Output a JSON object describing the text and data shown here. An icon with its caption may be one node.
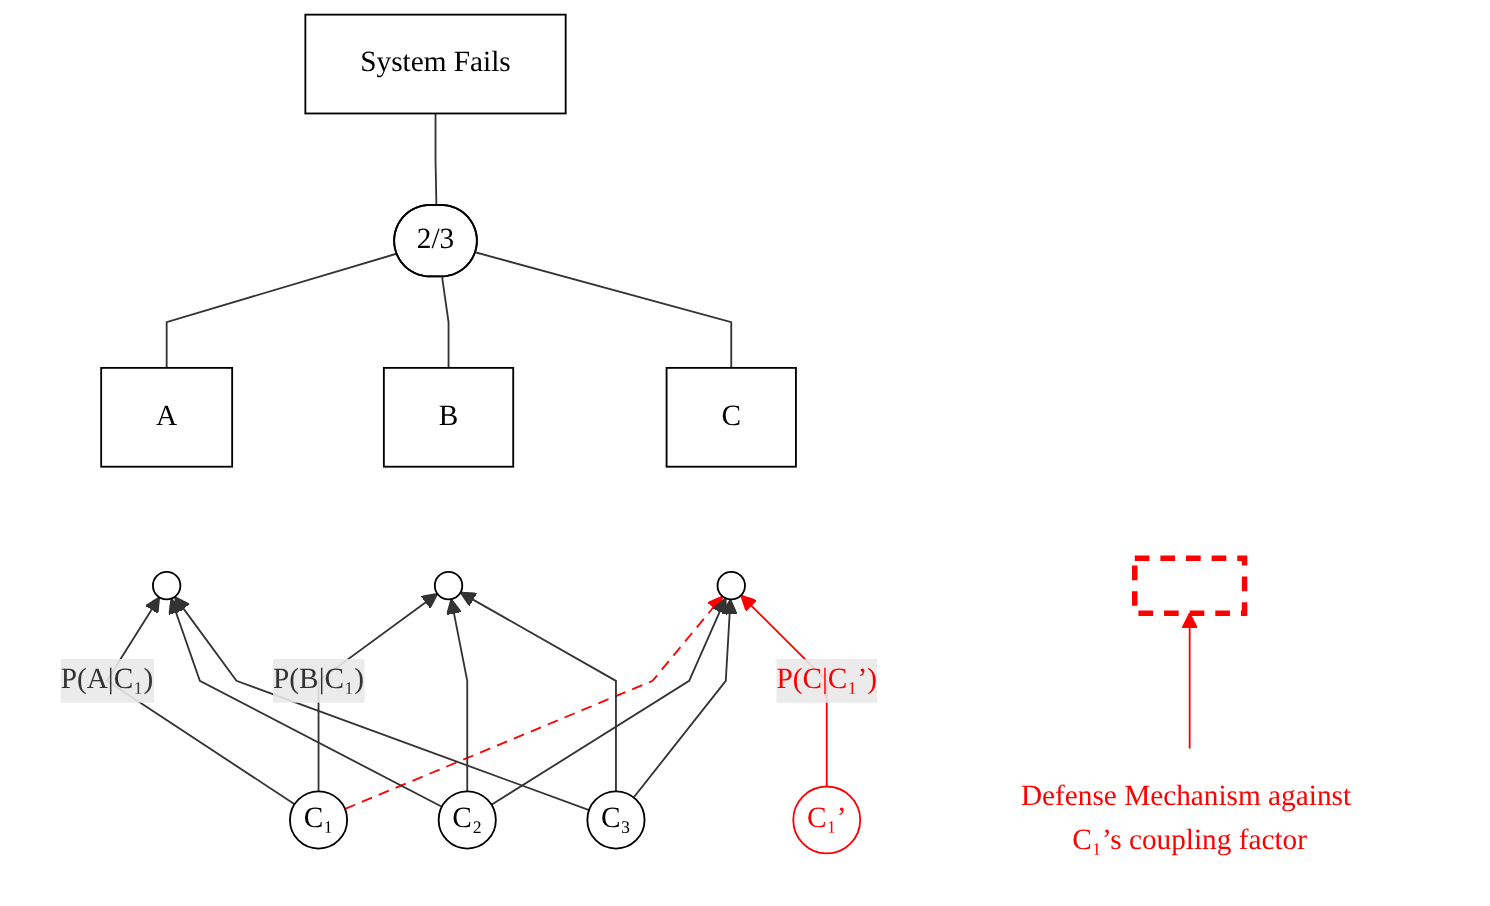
{
  "diagram": {
    "nodes": [
      {
        "text": [
          "System Fails"
        ]
      },
      {
        "text": [
          "2/3"
        ]
      },
      {
        "text": [
          "A"
        ]
      },
      {
        "text": [
          "B"
        ]
      },
      {
        "text": [
          "C"
        ]
      },
      {
        "text": [],
        "shape": "circle"
      },
      {
        "text": [],
        "shape": "circle"
      },
      {
        "text": [],
        "shape": "circle"
      },
      {
        "text": [
          "C₁"
        ]
      },
      {
        "text": [
          "C₂"
        ]
      },
      {
        "text": [
          "C₃"
        ]
      },
      {
        "text": [
          "C₁’"
        ]
      },
      {
        "text": [
          "Defense Mechanism against C₁’s coupling factor"
        ]
      },
      {
        "text": [],
        "shape": "bar"
      }
    ],
    "edges": [
      {
        "from": 1,
        "to": 0,
        "arrow": "none"
      },
      {
        "from": 2,
        "to": 1,
        "arrow": "none"
      },
      {
        "from": 3,
        "to": 1,
        "arrow": "none"
      },
      {
        "from": 4,
        "to": 1,
        "arrow": "none"
      },
      {
        "from": 8,
        "to": 5,
        "arrow": "to",
        "label": "P(A|C₁)"
      },
      {
        "from": 8,
        "to": 6,
        "arrow": "to",
        "label": "P(B|C₁)"
      },
      {
        "from": 8,
        "to": 7,
        "arrow": "to",
        "style": "dashed",
        "color": "#ff0000"
      },
      {
        "from": 9,
        "to": 5,
        "arrow": "to"
      },
      {
        "from": 9,
        "to": 6,
        "arrow": "to"
      },
      {
        "from": 9,
        "to": 7,
        "arrow": "to"
      },
      {
        "from": 10,
        "to": 5,
        "arrow": "to"
      },
      {
        "from": 10,
        "to": 6,
        "arrow": "to"
      },
      {
        "from": 10,
        "to": 7,
        "arrow": "to"
      },
      {
        "from": 11,
        "to": 7,
        "arrow": "to",
        "label": "P(C|C₁’)",
        "color": "#ff0000"
      },
      {
        "from": 12,
        "to": 13,
        "arrow": "to",
        "color": "#ff0000"
      }
    ]
  }
}
